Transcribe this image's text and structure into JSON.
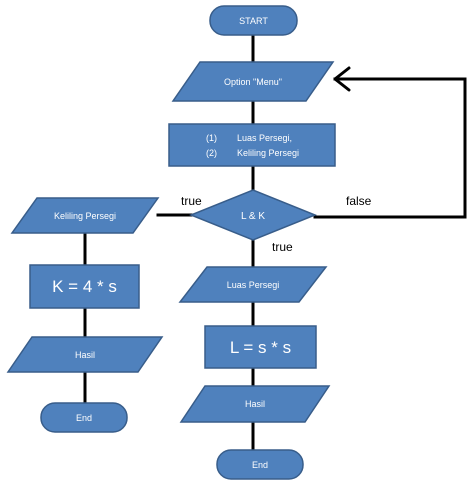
{
  "nodes": {
    "start": "START",
    "option_menu": "Option \"Menu\"",
    "menu_item_1_num": "(1)",
    "menu_item_1": "Luas Persegi,",
    "menu_item_2_num": "(2)",
    "menu_item_2": "Keliling Persegi",
    "decision": "L & K",
    "keliling_input": "Keliling Persegi",
    "keliling_formula": "K = 4 * s",
    "hasil_left": "Hasil",
    "end_left": "End",
    "luas_input": "Luas Persegi",
    "luas_formula": "L = s * s",
    "hasil_right": "Hasil",
    "end_right": "End"
  },
  "edges": {
    "true_left": "true",
    "true_down": "true",
    "false_right": "false"
  },
  "colors": {
    "shape_fill": "#4f81bd",
    "shape_stroke": "#385d8a",
    "connector": "#000000",
    "shape_text": "#ffffff"
  }
}
